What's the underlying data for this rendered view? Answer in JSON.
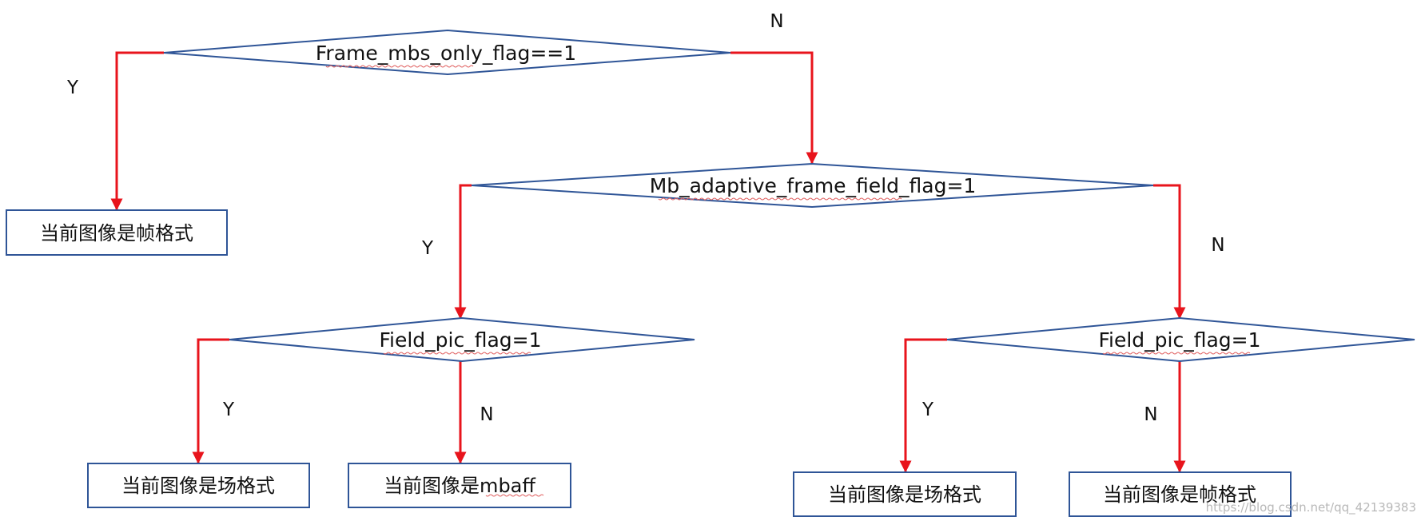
{
  "colors": {
    "shape_stroke": "#2f5597",
    "arrow": "#e8141c",
    "text": "#111111",
    "squiggle": "#e06060"
  },
  "decisions": {
    "d1": "Frame_mbs_only_flag==1",
    "d2": "Mb_adaptive_frame_field_flag=1",
    "d3": "Field_pic_flag=1",
    "d4": "Field_pic_flag=1"
  },
  "boxes": {
    "b1": "当前图像是帧格式",
    "b2": "当前图像是场格式",
    "b3": "当前图像是mbaff",
    "b4": "当前图像是场格式",
    "b5": "当前图像是帧格式"
  },
  "branch_labels": {
    "d1_yes": "Y",
    "d1_no": "N",
    "d2_yes": "Y",
    "d2_no": "N",
    "d3_yes": "Y",
    "d3_no": "N",
    "d4_yes": "Y",
    "d4_no": "N"
  },
  "watermark": "https://blog.csdn.net/qq_42139383"
}
